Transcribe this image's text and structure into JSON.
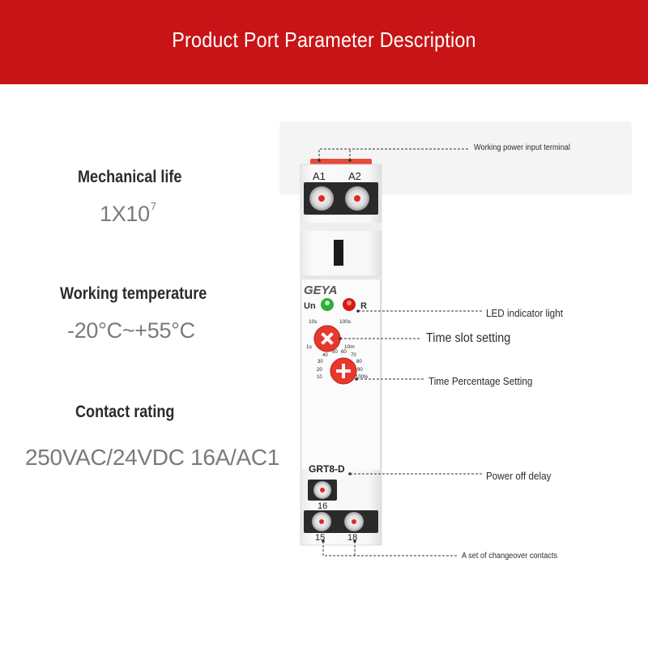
{
  "header": {
    "title": "Product Port Parameter Description"
  },
  "specs": [
    {
      "heading": "Mechanical life",
      "value": "1X10",
      "superscript": "7"
    },
    {
      "heading": "Working temperature",
      "value": "-20°C~+55°C"
    },
    {
      "heading": "Contact rating",
      "value": "250VAC/24VDC 16A/AC1"
    }
  ],
  "device": {
    "brand": "GEYA",
    "model": "GRT8-D",
    "terminals_top": [
      "A1",
      "A2"
    ],
    "terminal_mid": "16",
    "terminals_bottom": [
      "15",
      "18"
    ],
    "led_labels": [
      "Un",
      "R"
    ],
    "time_range_labels": [
      "10s",
      "100s",
      "1s",
      "10m"
    ],
    "percent_labels": [
      "40",
      "50",
      "60",
      "70",
      "30",
      "80",
      "20",
      "90",
      "10",
      "100%"
    ]
  },
  "callouts": [
    "Working power input terminal",
    "LED indicator light",
    "Time slot setting",
    "Time Percentage Setting",
    "Power off delay",
    "A set of changeover contacts"
  ],
  "colors": {
    "banner": "#c81416",
    "knob": "#e8372f",
    "led_green": "#2fae3a",
    "led_red": "#d61a14"
  }
}
